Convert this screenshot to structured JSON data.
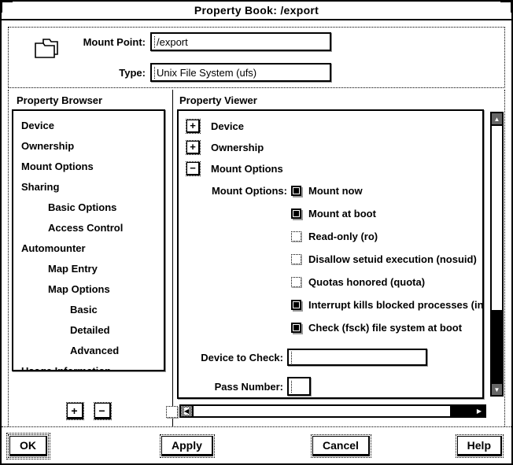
{
  "window": {
    "title": "Property Book: /export"
  },
  "colors": {
    "background": "#ffffff",
    "foreground": "#000000",
    "stipple": "#999999"
  },
  "header": {
    "mount_point_label": "Mount Point:",
    "mount_point_value": "/export",
    "type_label": "Type:",
    "type_value": "Unix File System (ufs)"
  },
  "browser": {
    "title": "Property Browser",
    "items": [
      {
        "label": "Device",
        "indent": 0
      },
      {
        "label": "Ownership",
        "indent": 0
      },
      {
        "label": "Mount Options",
        "indent": 0
      },
      {
        "label": "Sharing",
        "indent": 0
      },
      {
        "label": "Basic Options",
        "indent": 1
      },
      {
        "label": "Access Control",
        "indent": 1
      },
      {
        "label": "Automounter",
        "indent": 0
      },
      {
        "label": "Map Entry",
        "indent": 1
      },
      {
        "label": "Map Options",
        "indent": 1
      },
      {
        "label": "Basic",
        "indent": 2
      },
      {
        "label": "Detailed",
        "indent": 2
      },
      {
        "label": "Advanced",
        "indent": 2
      },
      {
        "label": "Usage Information",
        "indent": 0
      }
    ],
    "expand_button_label": "+",
    "collapse_button_label": "−"
  },
  "viewer": {
    "title": "Property Viewer",
    "tree": [
      {
        "toggle": "+",
        "label": "Device",
        "expanded": false
      },
      {
        "toggle": "+",
        "label": "Ownership",
        "expanded": false
      },
      {
        "toggle": "−",
        "label": "Mount Options",
        "expanded": true
      }
    ],
    "mount_options": {
      "label": "Mount Options:",
      "checkboxes": [
        {
          "label": "Mount now",
          "checked": true
        },
        {
          "label": "Mount at boot",
          "checked": true
        },
        {
          "label": "Read-only (ro)",
          "checked": false
        },
        {
          "label": "Disallow setuid execution (nosuid)",
          "checked": false
        },
        {
          "label": "Quotas honored (quota)",
          "checked": false
        },
        {
          "label": "Interrupt kills blocked processes (intr)",
          "checked": true
        },
        {
          "label": "Check (fsck) file system at boot",
          "checked": true
        }
      ]
    },
    "device_to_check": {
      "label": "Device to Check:",
      "value": ""
    },
    "pass_number": {
      "label": "Pass Number:",
      "value": ""
    }
  },
  "scrollbar": {
    "up": "▲",
    "down": "▼",
    "left": "◀",
    "right": "▶"
  },
  "footer": {
    "buttons": [
      {
        "label": "OK",
        "default": true
      },
      {
        "label": "Apply",
        "default": false
      },
      {
        "label": "Cancel",
        "default": false
      },
      {
        "label": "Help",
        "default": false
      }
    ]
  }
}
